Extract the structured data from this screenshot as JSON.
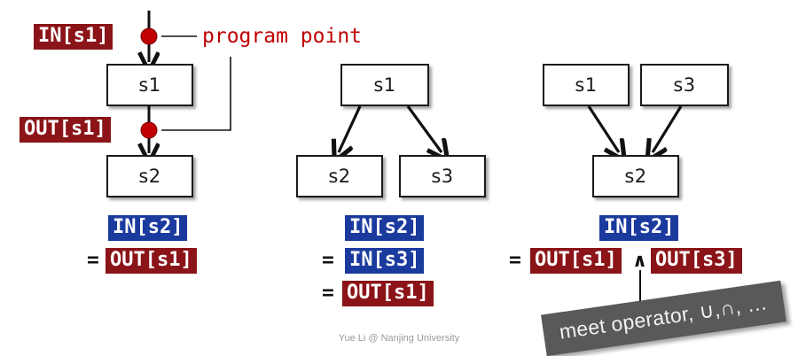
{
  "slide": {
    "footer": "Yue Li @ Nanjing University",
    "colors": {
      "red_chip": "#8B1418",
      "blue_chip": "#1B3A9E",
      "annotation_red": "#C00000",
      "callout_gray": "#595959",
      "box_border": "#1A1A1A",
      "dot_red": "#C00000"
    }
  },
  "annotation": {
    "program_point_label": "program point"
  },
  "columns": [
    {
      "id": "sequential",
      "nodes": [
        {
          "name": "node-s1",
          "label": "s1"
        },
        {
          "name": "node-s2",
          "label": "s2"
        }
      ],
      "point_labels": [
        {
          "name": "chip-in-s1",
          "text": "IN[s1]",
          "style": "red"
        },
        {
          "name": "chip-out-s1",
          "text": "OUT[s1]",
          "style": "red"
        }
      ],
      "equations": [
        {
          "eq": "",
          "terms": [
            {
              "text": "IN[s2]",
              "style": "blue"
            }
          ]
        },
        {
          "eq": "=",
          "terms": [
            {
              "text": "OUT[s1]",
              "style": "red"
            }
          ]
        }
      ]
    },
    {
      "id": "branch",
      "nodes": [
        {
          "name": "node-s1",
          "label": "s1"
        },
        {
          "name": "node-s2",
          "label": "s2"
        },
        {
          "name": "node-s3",
          "label": "s3"
        }
      ],
      "point_labels": [],
      "equations": [
        {
          "eq": "",
          "terms": [
            {
              "text": "IN[s2]",
              "style": "blue"
            }
          ]
        },
        {
          "eq": "=",
          "terms": [
            {
              "text": "IN[s3]",
              "style": "blue"
            }
          ]
        },
        {
          "eq": "=",
          "terms": [
            {
              "text": "OUT[s1]",
              "style": "red"
            }
          ]
        }
      ]
    },
    {
      "id": "merge",
      "nodes": [
        {
          "name": "node-s1",
          "label": "s1"
        },
        {
          "name": "node-s3",
          "label": "s3"
        },
        {
          "name": "node-s2",
          "label": "s2"
        }
      ],
      "point_labels": [],
      "equations": [
        {
          "eq": "",
          "terms": [
            {
              "text": "IN[s2]",
              "style": "blue"
            }
          ]
        },
        {
          "eq": "=",
          "terms": [
            {
              "text": "OUT[s1]",
              "style": "red"
            },
            {
              "text": "∧",
              "style": "sym"
            },
            {
              "text": "OUT[s3]",
              "style": "red"
            }
          ]
        }
      ]
    }
  ],
  "callout": {
    "text": "meet operator, ∪,∩, …"
  },
  "texts": {
    "col1_node_s1": "s1",
    "col1_node_s2": "s2",
    "col1_chip_in_s1": "IN[s1]",
    "col1_chip_out_s1": "OUT[s1]",
    "col1_eq1_term": "IN[s2]",
    "col1_eq2_sign": "=",
    "col1_eq2_term": "OUT[s1]",
    "col2_node_s1": "s1",
    "col2_node_s2": "s2",
    "col2_node_s3": "s3",
    "col2_eq1_term": "IN[s2]",
    "col2_eq2_sign": "=",
    "col2_eq2_term": "IN[s3]",
    "col2_eq3_sign": "=",
    "col2_eq3_term": "OUT[s1]",
    "col3_node_s1": "s1",
    "col3_node_s3": "s3",
    "col3_node_s2": "s2",
    "col3_eq1_term": "IN[s2]",
    "col3_eq2_sign": "=",
    "col3_eq2_term_a": "OUT[s1]",
    "col3_eq2_meet": "∧",
    "col3_eq2_term_b": "OUT[s3]"
  }
}
